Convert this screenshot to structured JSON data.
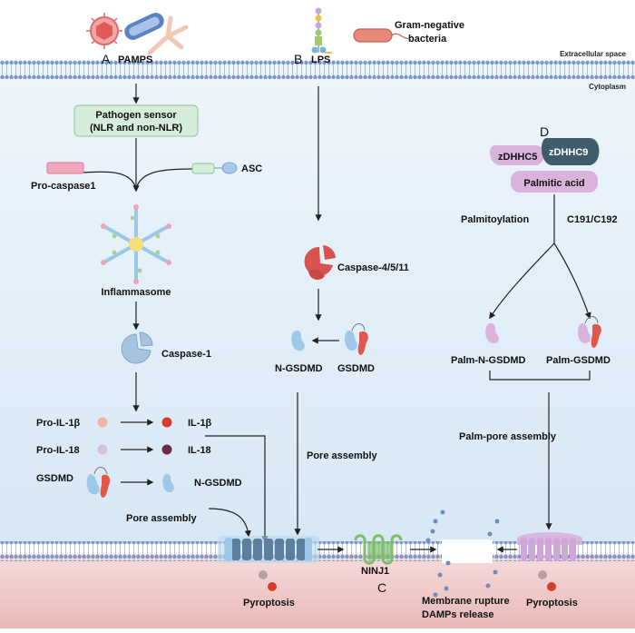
{
  "compartments": {
    "extracellular": "Extracellular space",
    "cytoplasm": "Cytoplasm"
  },
  "pathway_a": {
    "marker": "A",
    "pamps": "PAMPS",
    "sensor_line1": "Pathogen sensor",
    "sensor_line2": "(NLR and non-NLR)",
    "pro_caspase1": "Pro-caspase1",
    "asc": "ASC",
    "inflammasome": "Inflammasome",
    "caspase1": "Caspase-1",
    "pro_il1b": "Pro-IL-1β",
    "il1b": "IL-1β",
    "pro_il18": "Pro-IL-18",
    "il18": "IL-18",
    "gsdmd": "GSDMD",
    "n_gsdmd": "N-GSDMD",
    "pore_assembly": "Pore assembly",
    "pyroptosis": "Pyroptosis"
  },
  "pathway_b": {
    "marker": "B",
    "lps": "LPS",
    "bacteria_line1": "Gram-negative",
    "bacteria_line2": "bacteria",
    "caspase": "Caspase-4/5/11",
    "n_gsdmd": "N-GSDMD",
    "gsdmd": "GSDMD",
    "pore_assembly": "Pore assembly"
  },
  "pathway_c": {
    "marker": "C",
    "ninj1": "NINJ1",
    "rupture_line1": "Membrane rupture",
    "rupture_line2": "DAMPs release"
  },
  "pathway_d": {
    "marker": "D",
    "zdhhc5": "zDHHC5",
    "zdhhc9": "zDHHC9",
    "palmitic_acid": "Palmitic acid",
    "palmitoylation": "Palmitoylation",
    "sites": "C191/C192",
    "palm_n_gsdmd": "Palm-N-GSDMD",
    "palm_gsdmd": "Palm-GSDMD",
    "palm_pore": "Palm-pore assembly",
    "pyroptosis": "Pyroptosis"
  },
  "colors": {
    "membrane": "#7a97c4",
    "gsdmd_blue": "#9cc9e8",
    "gsdmd_red": "#e0584a",
    "caspase_red": "#d8534d",
    "caspase1_blue": "#a6c4e0",
    "palm_purple": "#d9b3dc",
    "zdhhc9": "#3f5c6b",
    "sensor_green": "#d6eddc",
    "ninj1_green": "#7bbf6a"
  }
}
